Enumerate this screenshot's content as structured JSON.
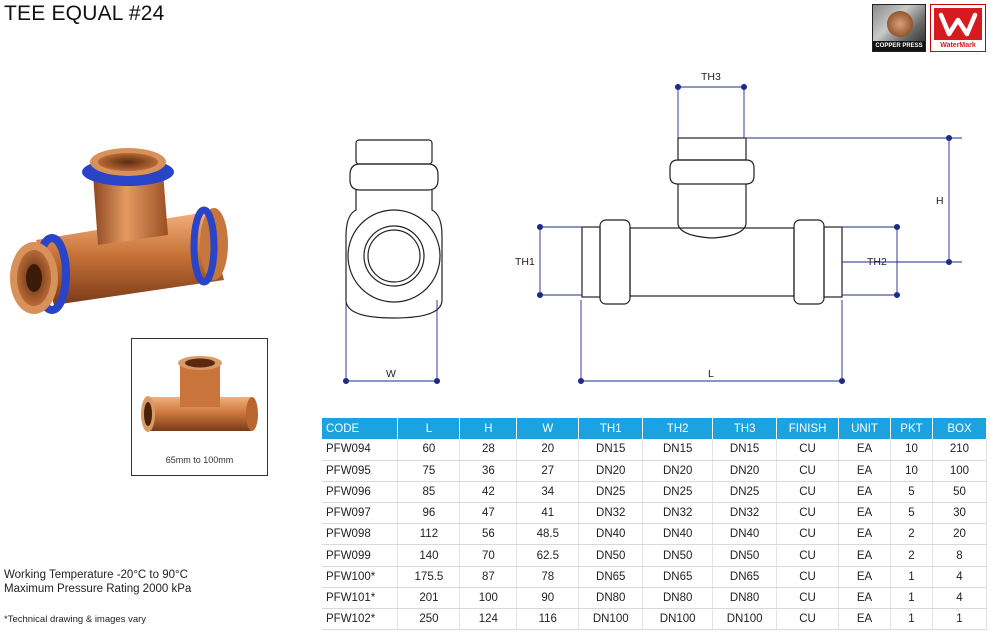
{
  "title": "TEE EQUAL #24",
  "logos": {
    "press_text": "COPPER PRESS",
    "watermark_text": "WaterMark"
  },
  "photo_caption": "65mm to 100mm",
  "drawing_labels": {
    "w": "W",
    "l": "L",
    "h": "H",
    "th1": "TH1",
    "th2": "TH2",
    "th3": "TH3"
  },
  "specs": {
    "temp": "Working Temperature  -20°C to 90°C",
    "pressure": "Maximum Pressure Rating  2000 kPa"
  },
  "footnote": "*Technical drawing & images vary",
  "colors": {
    "header": "#1aa3e0",
    "copper": "#c8743a",
    "ring": "#2a44c8",
    "dim": "#1e2a8a"
  },
  "table": {
    "headers": [
      "CODE",
      "L",
      "H",
      "W",
      "TH1",
      "TH2",
      "TH3",
      "FINISH",
      "UNIT",
      "PKT",
      "BOX"
    ],
    "rows": [
      [
        "PFW094",
        "60",
        "28",
        "20",
        "DN15",
        "DN15",
        "DN15",
        "CU",
        "EA",
        "10",
        "210"
      ],
      [
        "PFW095",
        "75",
        "36",
        "27",
        "DN20",
        "DN20",
        "DN20",
        "CU",
        "EA",
        "10",
        "100"
      ],
      [
        "PFW096",
        "85",
        "42",
        "34",
        "DN25",
        "DN25",
        "DN25",
        "CU",
        "EA",
        "5",
        "50"
      ],
      [
        "PFW097",
        "96",
        "47",
        "41",
        "DN32",
        "DN32",
        "DN32",
        "CU",
        "EA",
        "5",
        "30"
      ],
      [
        "PFW098",
        "112",
        "56",
        "48.5",
        "DN40",
        "DN40",
        "DN40",
        "CU",
        "EA",
        "2",
        "20"
      ],
      [
        "PFW099",
        "140",
        "70",
        "62.5",
        "DN50",
        "DN50",
        "DN50",
        "CU",
        "EA",
        "2",
        "8"
      ],
      [
        "PFW100*",
        "175.5",
        "87",
        "78",
        "DN65",
        "DN65",
        "DN65",
        "CU",
        "EA",
        "1",
        "4"
      ],
      [
        "PFW101*",
        "201",
        "100",
        "90",
        "DN80",
        "DN80",
        "DN80",
        "CU",
        "EA",
        "1",
        "4"
      ],
      [
        "PFW102*",
        "250",
        "124",
        "116",
        "DN100",
        "DN100",
        "DN100",
        "CU",
        "EA",
        "1",
        "1"
      ]
    ]
  }
}
